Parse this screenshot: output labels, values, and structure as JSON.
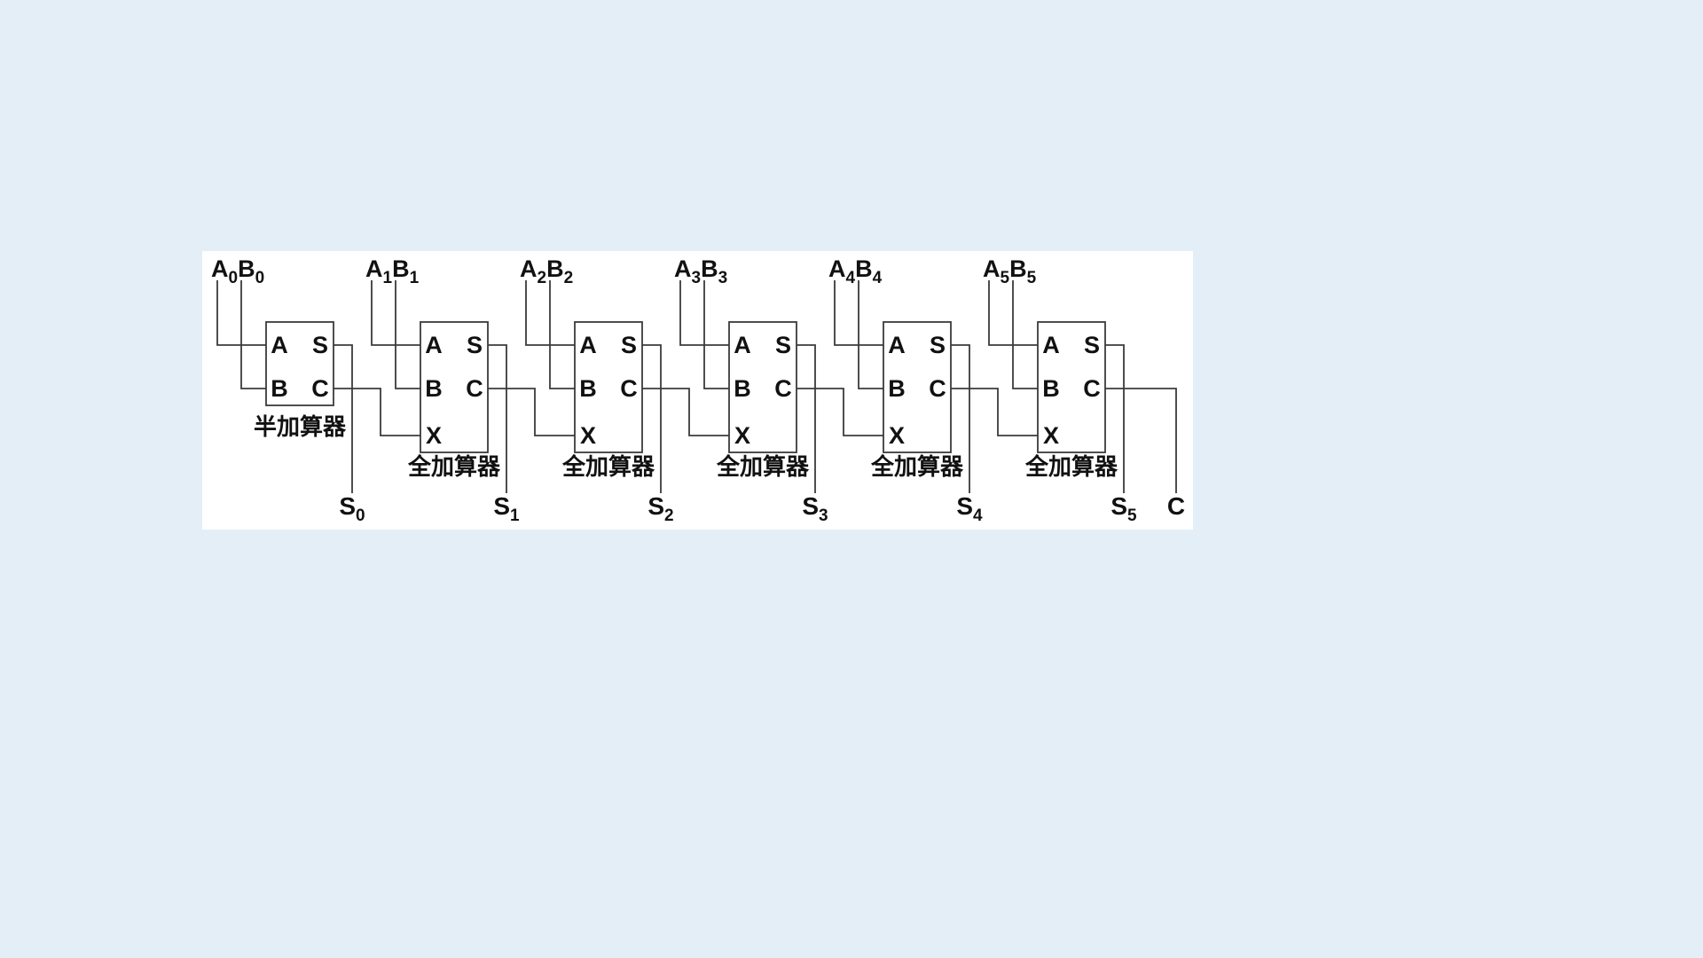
{
  "colors": {
    "page-bg": "#e4eef7",
    "panel-bg": "#ffffff",
    "line": "#3b3b3b",
    "text": "#111111"
  },
  "diagram": {
    "inputs": [
      {
        "a": "A",
        "a_sub": "0",
        "b": "B",
        "b_sub": "0"
      },
      {
        "a": "A",
        "a_sub": "1",
        "b": "B",
        "b_sub": "1"
      },
      {
        "a": "A",
        "a_sub": "2",
        "b": "B",
        "b_sub": "2"
      },
      {
        "a": "A",
        "a_sub": "3",
        "b": "B",
        "b_sub": "3"
      },
      {
        "a": "A",
        "a_sub": "4",
        "b": "B",
        "b_sub": "4"
      },
      {
        "a": "A",
        "a_sub": "5",
        "b": "B",
        "b_sub": "5"
      }
    ],
    "blocks": [
      {
        "kind": "half-adder",
        "caption": "半加算器",
        "port_a": "A",
        "port_b": "B",
        "port_s": "S",
        "port_c": "C"
      },
      {
        "kind": "full-adder",
        "caption": "全加算器",
        "port_a": "A",
        "port_b": "B",
        "port_x": "X",
        "port_s": "S",
        "port_c": "C"
      },
      {
        "kind": "full-adder",
        "caption": "全加算器",
        "port_a": "A",
        "port_b": "B",
        "port_x": "X",
        "port_s": "S",
        "port_c": "C"
      },
      {
        "kind": "full-adder",
        "caption": "全加算器",
        "port_a": "A",
        "port_b": "B",
        "port_x": "X",
        "port_s": "S",
        "port_c": "C"
      },
      {
        "kind": "full-adder",
        "caption": "全加算器",
        "port_a": "A",
        "port_b": "B",
        "port_x": "X",
        "port_s": "S",
        "port_c": "C"
      },
      {
        "kind": "full-adder",
        "caption": "全加算器",
        "port_a": "A",
        "port_b": "B",
        "port_x": "X",
        "port_s": "S",
        "port_c": "C"
      }
    ],
    "sums": [
      {
        "label": "S",
        "sub": "0"
      },
      {
        "label": "S",
        "sub": "1"
      },
      {
        "label": "S",
        "sub": "2"
      },
      {
        "label": "S",
        "sub": "3"
      },
      {
        "label": "S",
        "sub": "4"
      },
      {
        "label": "S",
        "sub": "5"
      }
    ],
    "carry_out_label": "C"
  }
}
